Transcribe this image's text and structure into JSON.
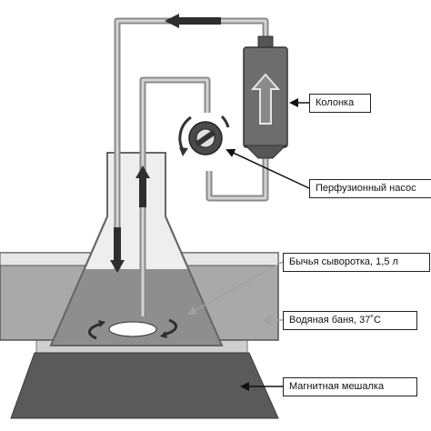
{
  "labels": {
    "column": "Колонка",
    "pump": "Перфузионный насос",
    "serum": "Бычья сыворотка, 1,5 л",
    "water_bath": "Водяная баня, 37˚С",
    "stirrer": "Магнитная мешалка"
  },
  "colors": {
    "tube": "#8a8a8a",
    "tube_inner": "#d4d4d4",
    "bath_water": "#a9a9a9",
    "bath_rim": "#e6e6e6",
    "flask": "#eeeeee",
    "serum_fill": "#8e8e8e",
    "stirrer_base": "#5a5a5a",
    "stirrer_top": "#cfcfcf",
    "column_body": "#6d6d6d",
    "arrow_dark": "#2e2e2e",
    "pointer_gray": "#a0a0a0",
    "pointer_black": "#111111"
  },
  "icons": {
    "pump": "peristaltic-pump-icon",
    "flow_arrow": "flow-arrow-icon",
    "stir_bar": "magnetic-stir-bar-icon"
  }
}
